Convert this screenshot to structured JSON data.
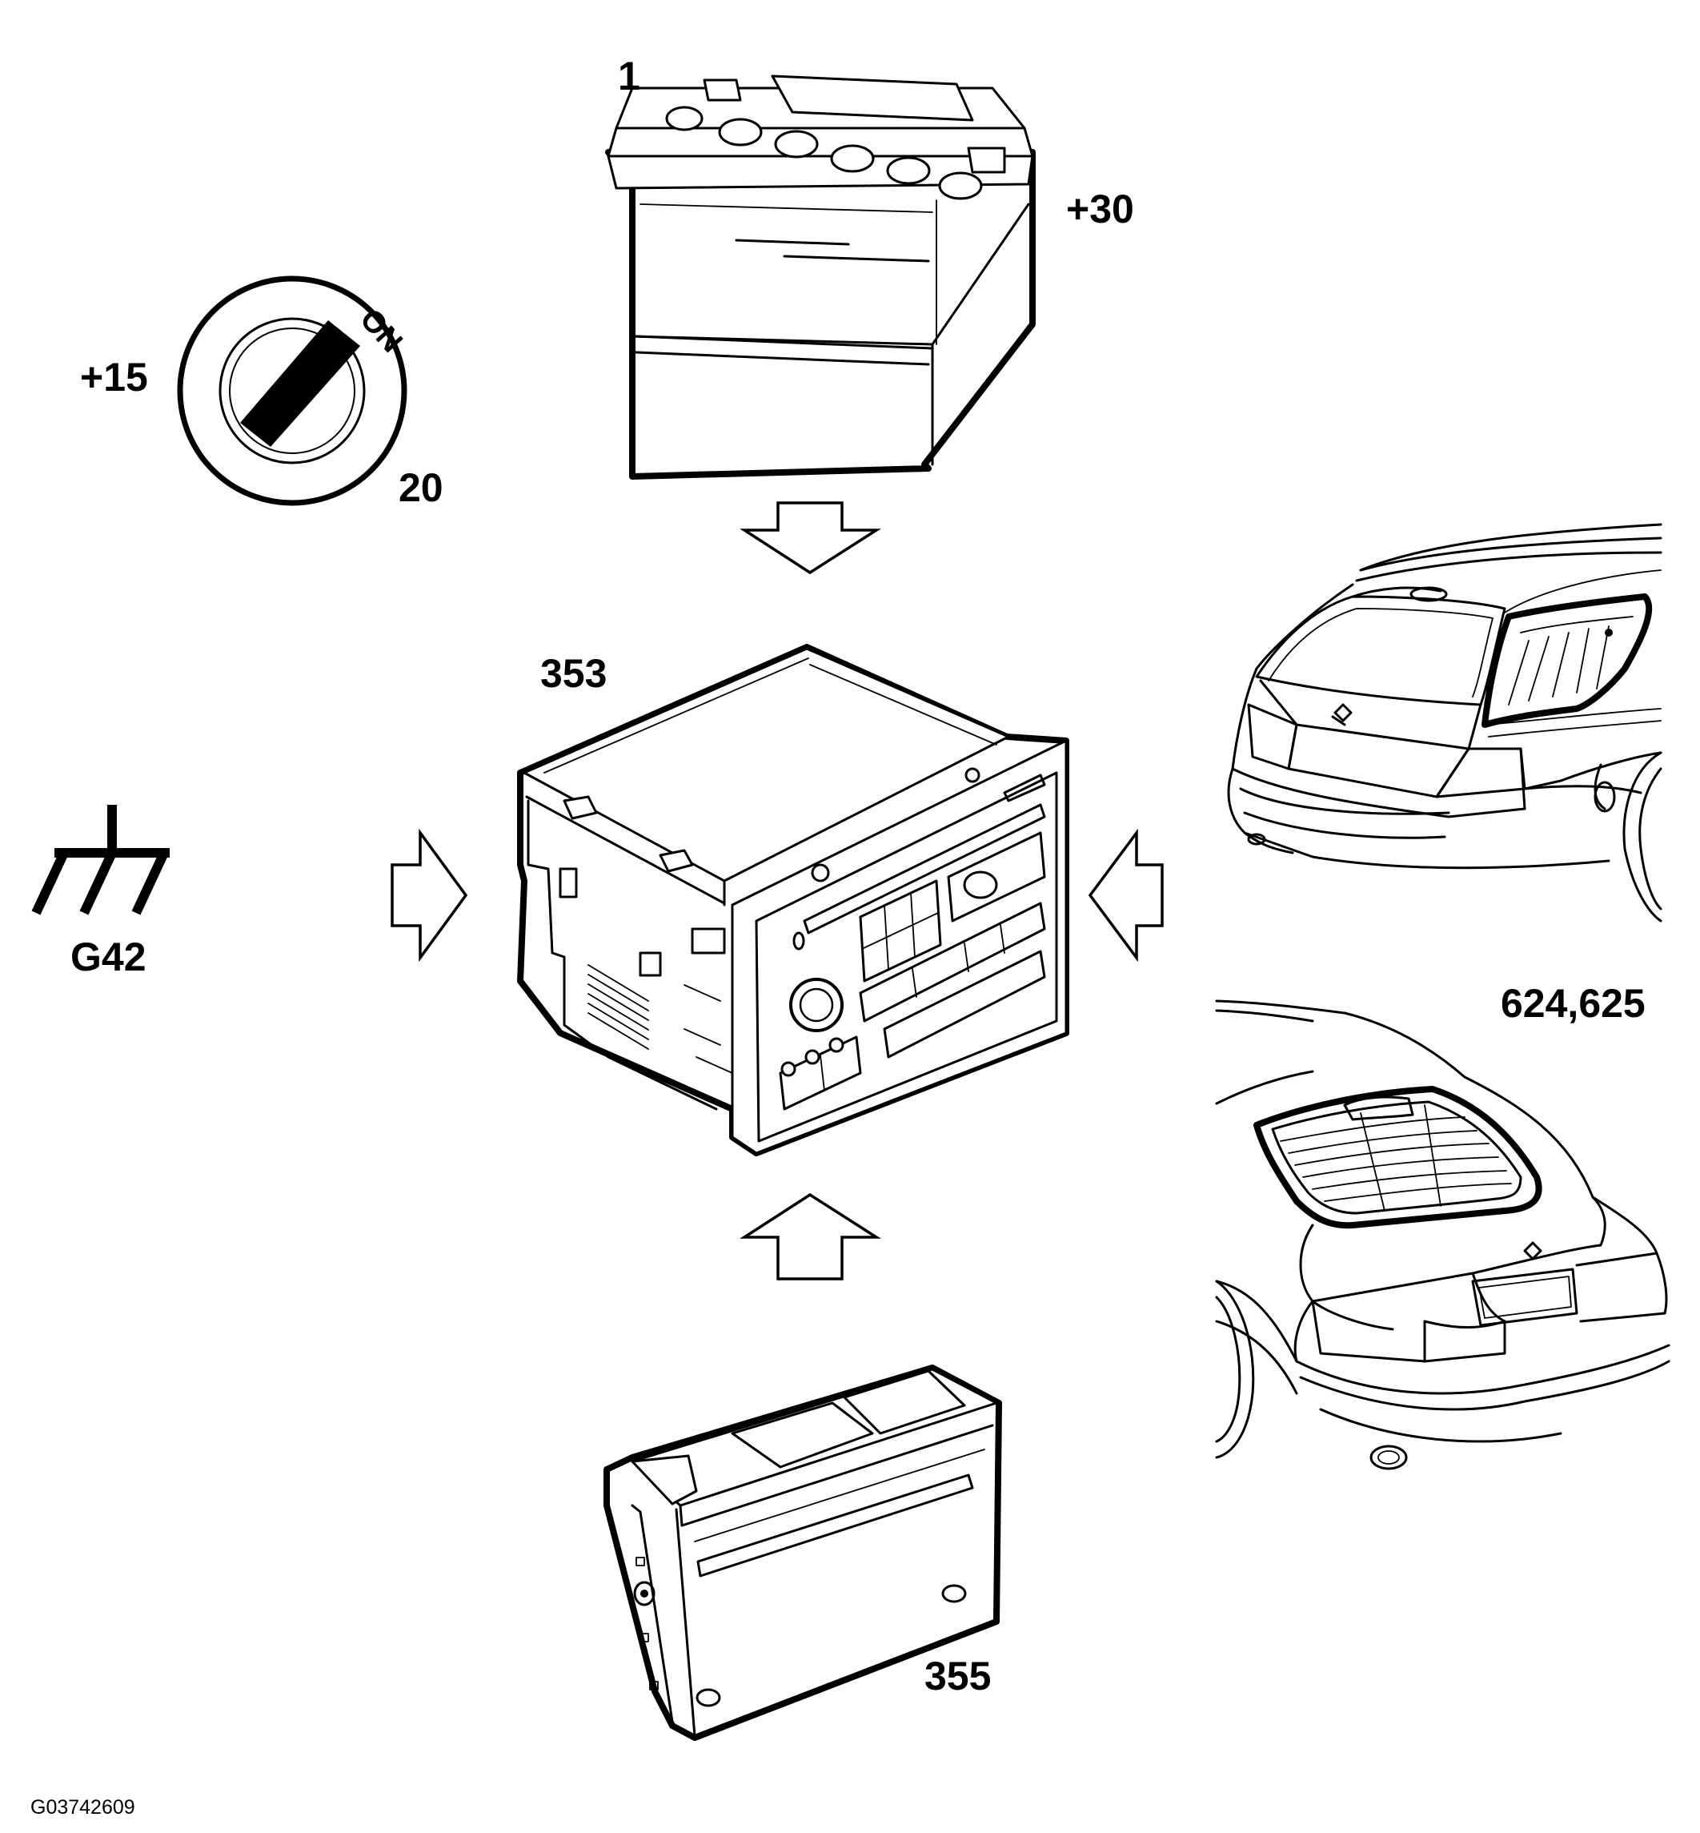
{
  "labels": {
    "battery": "1",
    "battery_terminal": "+30",
    "ignition_terminal": "+15",
    "ignition_switch": "20",
    "ignition_on": "ON",
    "ground": "G42",
    "radio_unit": "353",
    "cd_changer": "355",
    "window_antennas": "624,625",
    "figure_code": "G03742609"
  },
  "colors": {
    "line": "#000000",
    "background": "#ffffff"
  },
  "icons": {
    "battery": "battery-icon",
    "ignition": "ignition-switch-icon",
    "ground": "ground-symbol-icon",
    "radio": "radio-unit-icon",
    "changer": "cd-changer-icon",
    "wagon": "wagon-rear-icon",
    "sedan": "sedan-rear-icon",
    "arrow": "arrow-icon"
  }
}
